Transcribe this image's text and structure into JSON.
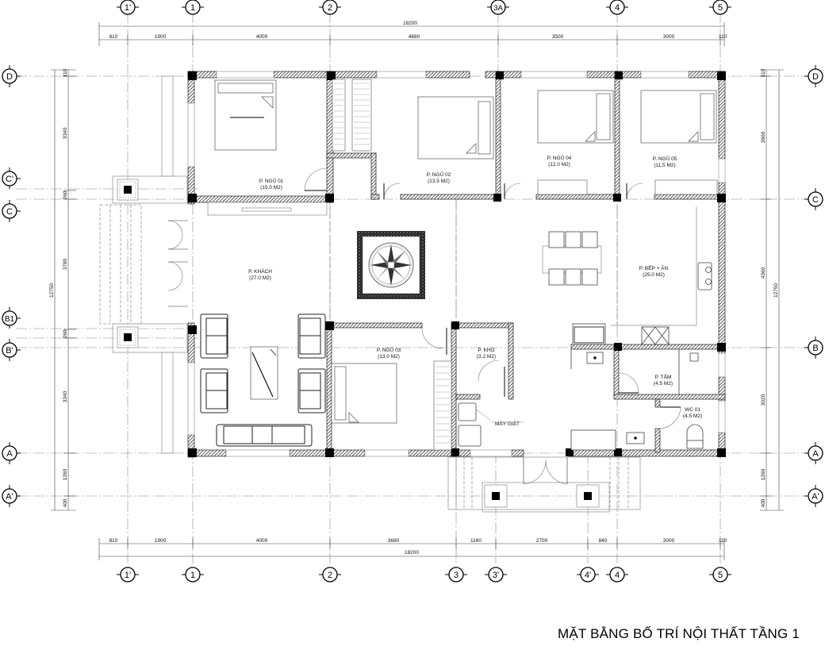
{
  "drawing": {
    "title": "MẶT BẰNG BỐ TRÍ NỘI THẤT TẦNG 1",
    "colors": {
      "line": "#000000",
      "wall_hatch": "#555555",
      "grid": "#666666",
      "background": "#ffffff"
    }
  },
  "grid_axes": {
    "top": [
      "1'",
      "1",
      "2",
      "3A",
      "4",
      "5"
    ],
    "bottom": [
      "1'",
      "1",
      "2",
      "3",
      "3'",
      "4'",
      "4",
      "5"
    ],
    "left": [
      "D",
      "C'",
      "C",
      "B1",
      "B'",
      "A",
      "A'"
    ],
    "right": [
      "D",
      "C",
      "B",
      "A",
      "A'"
    ]
  },
  "dimensions": {
    "top_total": "18200",
    "top_segments": [
      "810",
      "1900",
      "4000",
      "4880",
      "3500",
      "3000",
      "110"
    ],
    "bottom_total": "18200",
    "bottom_segments": [
      "810",
      "1900",
      "4000",
      "3680",
      "1160",
      "2700",
      "840",
      "3000",
      "110"
    ],
    "left_total": "12750",
    "left_segments": [
      "110",
      "3340",
      "260",
      "3780",
      "260",
      "3340",
      "1260",
      "400"
    ],
    "right_total": "12750",
    "right_segments": [
      "110",
      "3600",
      "4360",
      "3020",
      "1260",
      "400"
    ]
  },
  "rooms": [
    {
      "name": "P. NGỦ 01",
      "area": "(15.0 M2)"
    },
    {
      "name": "P. NGỦ 02",
      "area": "(13.5 M2)"
    },
    {
      "name": "P. NGỦ 04",
      "area": "(12.0 M2)"
    },
    {
      "name": "P. NGỦ 05",
      "area": "(11.5 M2)"
    },
    {
      "name": "P. KHÁCH",
      "area": "(27.0 M2)"
    },
    {
      "name": "P. BẾP + ĂN",
      "area": "(25.0 M2)"
    },
    {
      "name": "P. NGỦ 03",
      "area": "(13.0 M2)"
    },
    {
      "name": "P. KHO",
      "area": "(3.2 M2)"
    },
    {
      "name": "P. TẮM",
      "area": "(4.5 M2)"
    },
    {
      "name": "WC 01",
      "area": "(4.5 M2)"
    }
  ],
  "annotations": {
    "washing_machine": "MÁY GIẶT"
  }
}
